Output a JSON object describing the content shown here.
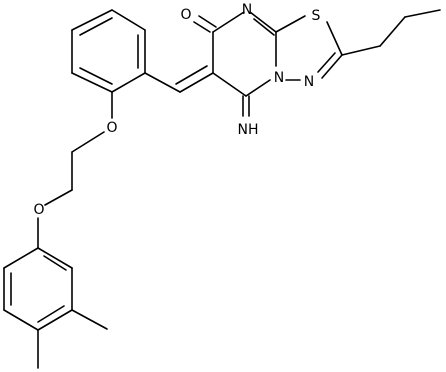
{
  "structure": {
    "atom_labels": {
      "o_ketone": "O",
      "n_ring": "N",
      "s_ring": "S",
      "n_fused": "N",
      "n_thiadiazole": "N",
      "nh_imine": "NH",
      "o_phenoxy": "O",
      "o_ether": "O"
    },
    "colors": {
      "bond": "#000000",
      "label": "#000000",
      "background": "#ffffff"
    }
  }
}
